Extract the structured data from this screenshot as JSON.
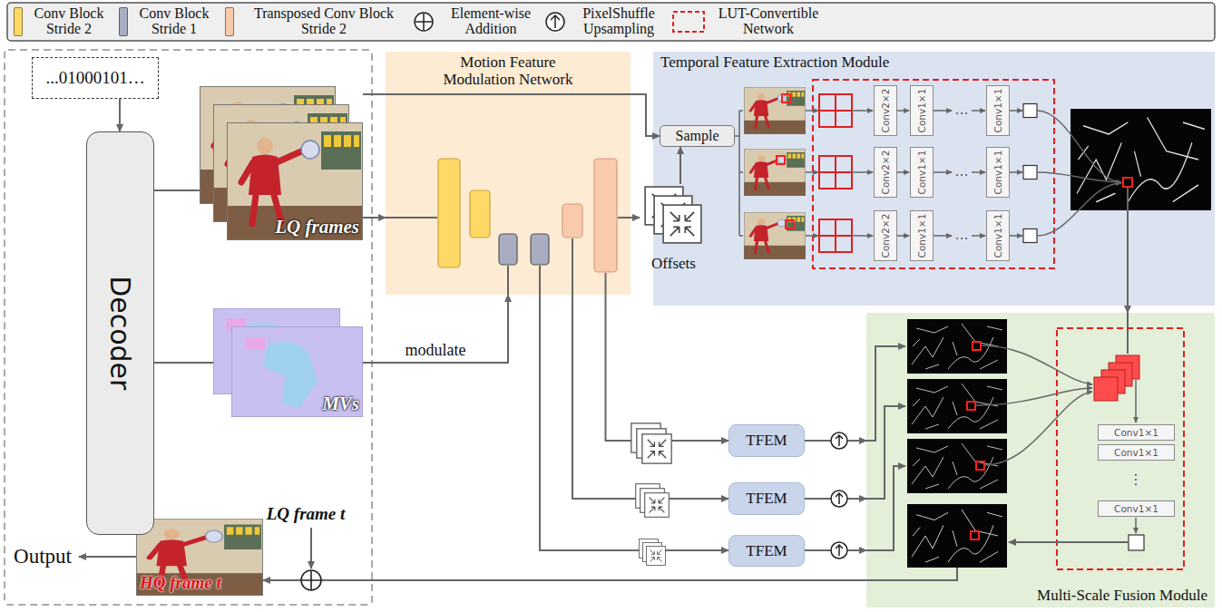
{
  "diagram": {
    "nodes": [
      {
        "text": [
          "...01000101…"
        ]
      },
      {
        "text": [
          "Decoder"
        ]
      },
      {
        "text": [
          "LQ frames"
        ]
      },
      {
        "text": [
          "MVs"
        ]
      },
      {
        "text": [
          "Motion Feature Modulation Network"
        ]
      },
      {
        "text": [
          "Temporal Feature Extraction Module"
        ]
      },
      {
        "text": [
          "Sample"
        ],
        "in": 5
      },
      {
        "text": [
          "Offsets"
        ]
      },
      {
        "text": [
          "Conv2×2"
        ],
        "in": 5
      },
      {
        "text": [
          "Conv1×1"
        ],
        "in": 5
      },
      {
        "text": [
          "Conv1×1"
        ],
        "in": 5
      },
      {
        "text": [
          "Conv2×2"
        ],
        "in": 5
      },
      {
        "text": [
          "Conv1×1"
        ],
        "in": 5
      },
      {
        "text": [
          "Conv1×1"
        ],
        "in": 5
      },
      {
        "text": [
          "Conv2×2"
        ],
        "in": 5
      },
      {
        "text": [
          "Conv1×1"
        ],
        "in": 5
      },
      {
        "text": [
          "Conv1×1"
        ],
        "in": 5
      },
      {
        "text": [
          "TFEM"
        ]
      },
      {
        "text": [
          "TFEM"
        ]
      },
      {
        "text": [
          "TFEM"
        ]
      },
      {
        "text": [
          "Multi-Scale Fusion Module"
        ]
      },
      {
        "text": [
          "Conv1×1"
        ],
        "in": 20
      },
      {
        "text": [
          "Conv1×1"
        ],
        "in": 20
      },
      {
        "text": [
          "Conv1×1"
        ],
        "in": 20
      },
      {
        "text": [
          "HQ frame t"
        ]
      }
    ],
    "edges": [
      {
        "from": 0,
        "to": 1,
        "arrow": "to"
      },
      {
        "from": 1,
        "to": 2,
        "arrow": "none"
      },
      {
        "from": 1,
        "to": 3,
        "arrow": "none"
      },
      {
        "from": 2,
        "to": 4,
        "arrow": "to"
      },
      {
        "from": 2,
        "to": 6,
        "arrow": "to"
      },
      {
        "from": 3,
        "to": 4,
        "label": "modulate",
        "arrow": "to"
      },
      {
        "from": 4,
        "to": 7,
        "arrow": "to"
      },
      {
        "from": 7,
        "to": 6,
        "arrow": "to"
      },
      {
        "from": 4,
        "to": 17,
        "arrow": "to"
      },
      {
        "from": 4,
        "to": 18,
        "arrow": "to"
      },
      {
        "from": 4,
        "to": 19,
        "arrow": "to"
      },
      {
        "from": 17,
        "to": 20,
        "arrow": "to"
      },
      {
        "from": 18,
        "to": 20,
        "arrow": "to"
      },
      {
        "from": 19,
        "to": 20,
        "arrow": "to"
      },
      {
        "from": 5,
        "to": 20,
        "arrow": "to"
      },
      {
        "from": 20,
        "to": 24,
        "arrow": "to"
      }
    ],
    "labels": [
      "…",
      "…",
      "…",
      "⋮",
      "LQ frame t",
      "Output"
    ],
    "legend": [
      {
        "text": "Conv Block Stride 2",
        "color": "#ffd966"
      },
      {
        "text": "Conv Block Stride 1",
        "color": "#a9adc1"
      },
      {
        "text": "Transposed Conv Block Stride 2",
        "color": "#f8cbad"
      },
      {
        "text": "Element-wise Addition"
      },
      {
        "text": "PixelShuffle Upsampling"
      },
      {
        "text": "LUT-Convertible Network"
      }
    ]
  }
}
